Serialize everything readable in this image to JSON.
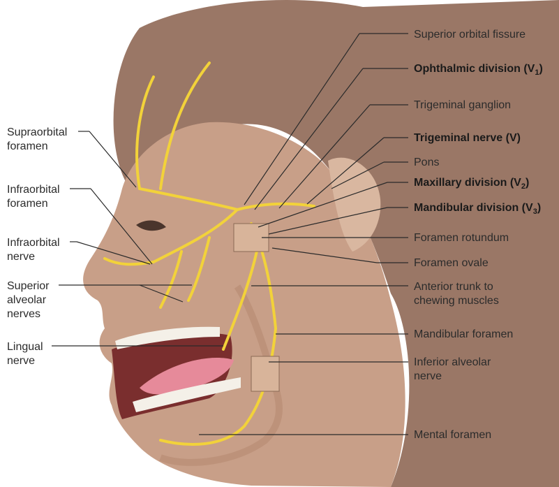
{
  "colors": {
    "background": "#ffffff",
    "hair": "#9a7766",
    "skin": "#c89f88",
    "nerve": "#f2d23a",
    "text": "#2b2b2b",
    "leader": "#2a2a2a"
  },
  "labels": {
    "right": {
      "superior_orbital_fissure": "Superior orbital fissure",
      "ophthalmic_division": "Ophthalmic division (V",
      "ophthalmic_sub": "1",
      "trigeminal_ganglion": "Trigeminal  ganglion",
      "trigeminal_nerve": "Trigeminal nerve (V)",
      "pons": "Pons",
      "maxillary_division": "Maxillary division (V",
      "maxillary_sub": "2",
      "mandibular_division": "Mandibular division (V",
      "mandibular_sub": "3",
      "close_paren": ")",
      "foramen_rotundum": "Foramen rotundum",
      "foramen_ovale": "Foramen ovale",
      "anterior_trunk": "Anterior trunk to\nchewing muscles",
      "mandibular_foramen": "Mandibular foramen",
      "inferior_alveolar": "Inferior alveolar\nnerve",
      "mental_foramen": "Mental foramen"
    },
    "left": {
      "supraorbital": "Supraorbital\nforamen",
      "infraorbital_foramen": "Infraorbital\nforamen",
      "infraorbital_nerve": "Infraorbital\nnerve",
      "superior_alveolar": "Superior\nalveolar\nnerves",
      "lingual": "Lingual\nnerve"
    }
  }
}
